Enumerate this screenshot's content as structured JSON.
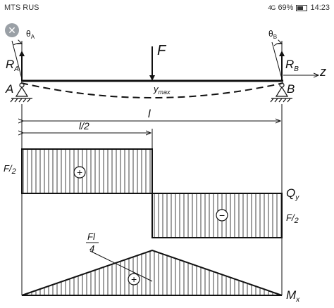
{
  "status": {
    "carrier": "MTS RUS",
    "signal": "4G",
    "battery": "69%",
    "time": "14:23"
  },
  "icons": {
    "close": "close-icon"
  },
  "diagram": {
    "theta_a": "θ",
    "theta_a_sub": "A",
    "theta_b": "θ",
    "theta_b_sub": "B",
    "force": "F",
    "ra": "R",
    "ra_sub": "A",
    "rb": "R",
    "rb_sub": "B",
    "z_axis": "z",
    "point_a": "A",
    "point_b": "B",
    "ymax": "y",
    "ymax_sub": "max",
    "span": "l",
    "half_span": "l/2",
    "shear_left_num": "F",
    "shear_left_den": "2",
    "shear_right_num": "F",
    "shear_right_den": "2",
    "shear_label": "Q",
    "shear_label_sub": "y",
    "moment_label": "M",
    "moment_label_sub": "x",
    "moment_max_num": "Fl",
    "moment_max_den": "4",
    "plus": "+",
    "minus": "−"
  }
}
